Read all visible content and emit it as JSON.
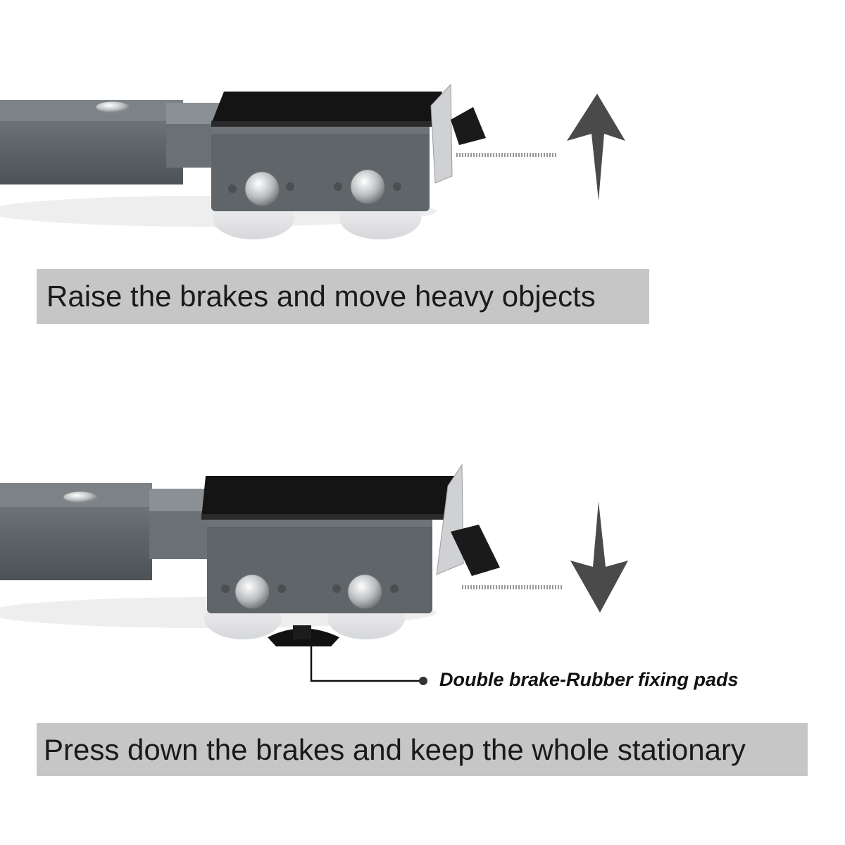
{
  "panels": {
    "top": {
      "caption": "Raise the brakes and move heavy objects",
      "arrow": "up-arrow"
    },
    "bottom": {
      "caption": "Press down the brakes and keep the whole stationary",
      "arrow": "down-arrow"
    }
  },
  "callout": {
    "label": "Double brake-Rubber fixing pads"
  },
  "colors": {
    "frame": "#5f6568",
    "pad": "#141414",
    "caption_bg": "#c6c6c6",
    "arrow": "#4a4a4a"
  }
}
